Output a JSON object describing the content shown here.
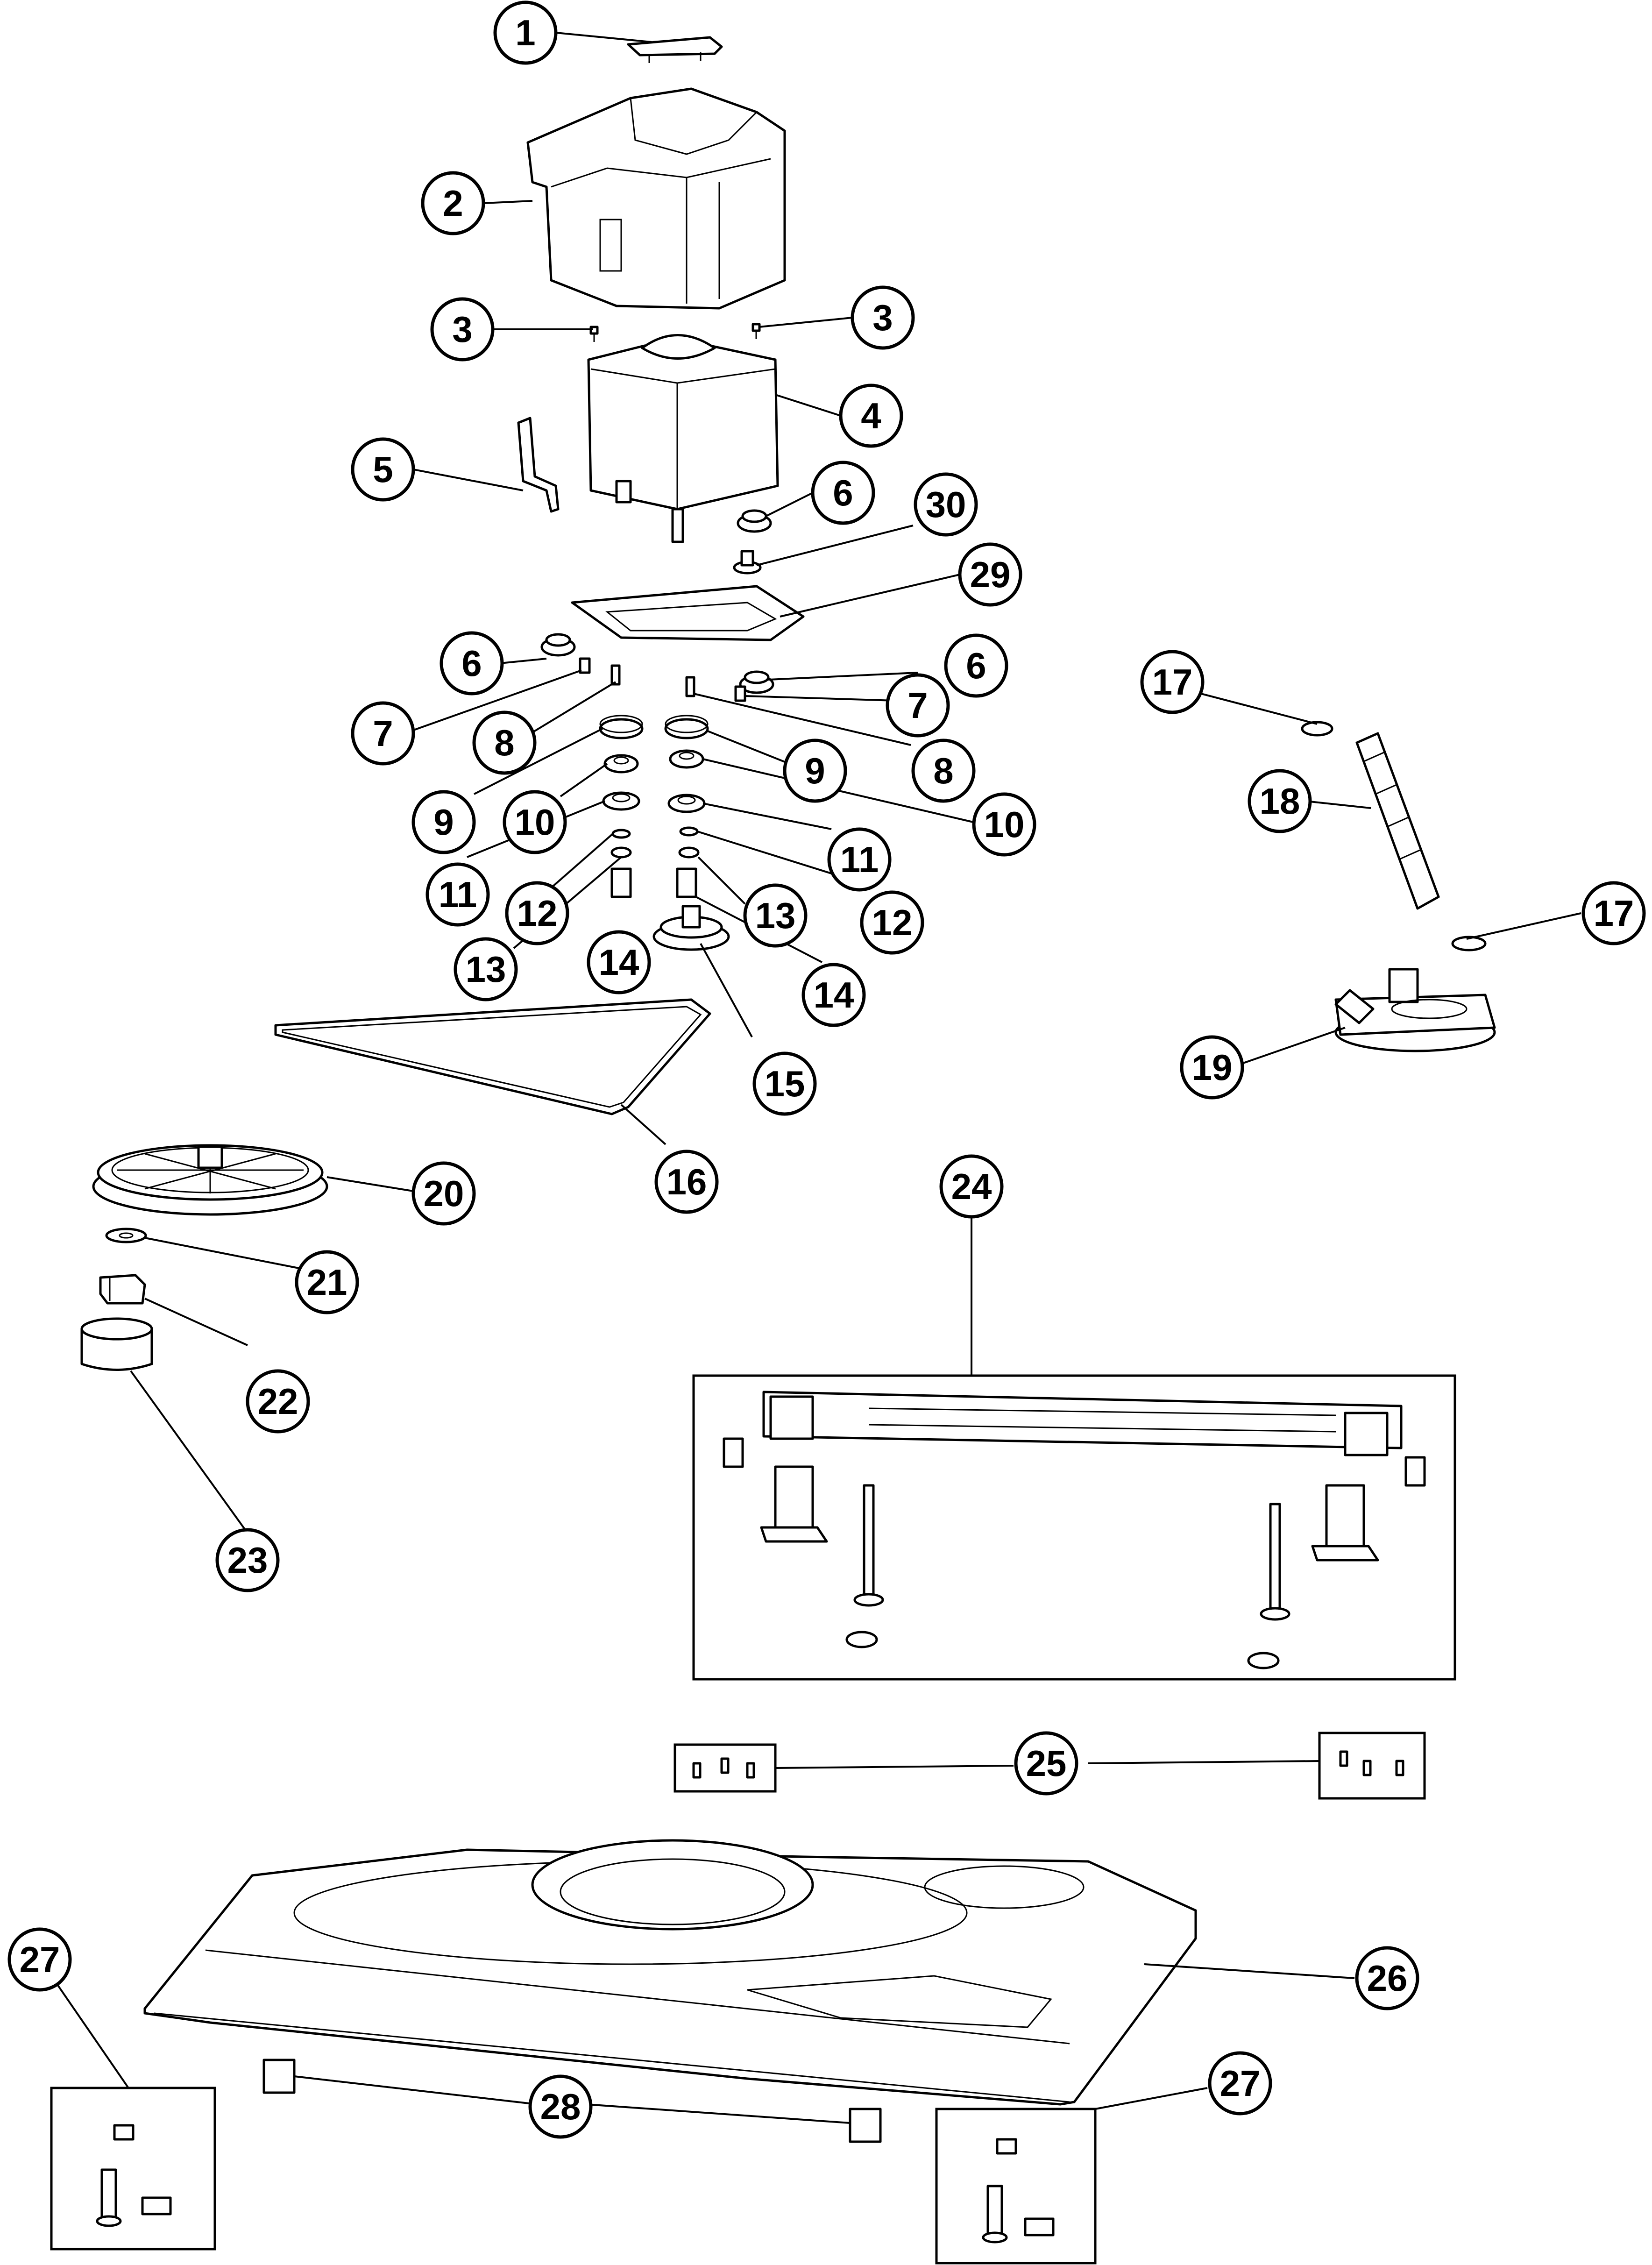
{
  "diagram": {
    "type": "exploded-parts-diagram",
    "callouts": [
      {
        "id": "c1",
        "label": "1"
      },
      {
        "id": "c2",
        "label": "2"
      },
      {
        "id": "c3a",
        "label": "3"
      },
      {
        "id": "c3b",
        "label": "3"
      },
      {
        "id": "c4",
        "label": "4"
      },
      {
        "id": "c5",
        "label": "5"
      },
      {
        "id": "c6a",
        "label": "6"
      },
      {
        "id": "c6b",
        "label": "6"
      },
      {
        "id": "c6c",
        "label": "6"
      },
      {
        "id": "c30",
        "label": "30"
      },
      {
        "id": "c29",
        "label": "29"
      },
      {
        "id": "c7a",
        "label": "7"
      },
      {
        "id": "c7b",
        "label": "7"
      },
      {
        "id": "c8a",
        "label": "8"
      },
      {
        "id": "c8b",
        "label": "8"
      },
      {
        "id": "c9a",
        "label": "9"
      },
      {
        "id": "c9b",
        "label": "9"
      },
      {
        "id": "c10a",
        "label": "10"
      },
      {
        "id": "c10b",
        "label": "10"
      },
      {
        "id": "c11a",
        "label": "11"
      },
      {
        "id": "c11b",
        "label": "11"
      },
      {
        "id": "c12a",
        "label": "12"
      },
      {
        "id": "c12b",
        "label": "12"
      },
      {
        "id": "c13a",
        "label": "13"
      },
      {
        "id": "c13b",
        "label": "13"
      },
      {
        "id": "c14a",
        "label": "14"
      },
      {
        "id": "c14b",
        "label": "14"
      },
      {
        "id": "c15",
        "label": "15"
      },
      {
        "id": "c16",
        "label": "16"
      },
      {
        "id": "c17a",
        "label": "17"
      },
      {
        "id": "c17b",
        "label": "17"
      },
      {
        "id": "c18",
        "label": "18"
      },
      {
        "id": "c19",
        "label": "19"
      },
      {
        "id": "c20",
        "label": "20"
      },
      {
        "id": "c21",
        "label": "21"
      },
      {
        "id": "c22",
        "label": "22"
      },
      {
        "id": "c23",
        "label": "23"
      },
      {
        "id": "c24",
        "label": "24"
      },
      {
        "id": "c25",
        "label": "25"
      },
      {
        "id": "c26",
        "label": "26"
      },
      {
        "id": "c27a",
        "label": "27"
      },
      {
        "id": "c27b",
        "label": "27"
      },
      {
        "id": "c28",
        "label": "28"
      }
    ]
  }
}
